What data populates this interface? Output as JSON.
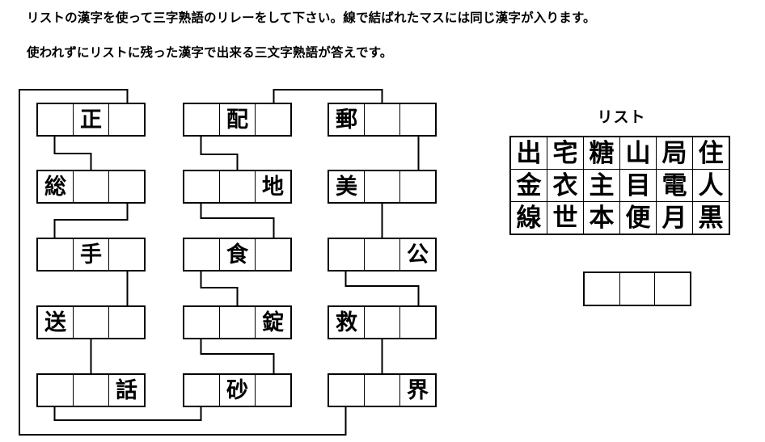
{
  "instructions": {
    "line1": "リストの漢字を使って三字熟語のリレーをして下さい。線で結ばれたマスには同じ漢字が入ります。",
    "line2": "使われずにリストに残った漢字で出来る三文字熟語が答えです。"
  },
  "puzzle": {
    "boxes": [
      {
        "id": "c1r1",
        "cells": [
          "",
          "正",
          ""
        ]
      },
      {
        "id": "c1r2",
        "cells": [
          "総",
          "",
          ""
        ]
      },
      {
        "id": "c1r3",
        "cells": [
          "",
          "手",
          ""
        ]
      },
      {
        "id": "c1r4",
        "cells": [
          "送",
          "",
          ""
        ]
      },
      {
        "id": "c1r5",
        "cells": [
          "",
          "",
          "話"
        ]
      },
      {
        "id": "c2r1",
        "cells": [
          "",
          "配",
          ""
        ]
      },
      {
        "id": "c2r2",
        "cells": [
          "",
          "",
          "地"
        ]
      },
      {
        "id": "c2r3",
        "cells": [
          "",
          "食",
          ""
        ]
      },
      {
        "id": "c2r4",
        "cells": [
          "",
          "",
          "錠"
        ]
      },
      {
        "id": "c2r5",
        "cells": [
          "",
          "砂",
          ""
        ]
      },
      {
        "id": "c3r1",
        "cells": [
          "郵",
          "",
          ""
        ]
      },
      {
        "id": "c3r2",
        "cells": [
          "美",
          "",
          ""
        ]
      },
      {
        "id": "c3r3",
        "cells": [
          "",
          "",
          "公"
        ]
      },
      {
        "id": "c3r4",
        "cells": [
          "救",
          "",
          ""
        ]
      },
      {
        "id": "c3r5",
        "cells": [
          "",
          "",
          "界"
        ]
      }
    ]
  },
  "list": {
    "title": "リスト",
    "rows": [
      [
        "出",
        "宅",
        "糖",
        "山",
        "局",
        "住"
      ],
      [
        "金",
        "衣",
        "主",
        "目",
        "電",
        "人"
      ],
      [
        "線",
        "世",
        "本",
        "便",
        "月",
        "黒"
      ]
    ]
  },
  "answer": {
    "cells": [
      "",
      "",
      ""
    ]
  },
  "colors": {
    "background": "#ffffff",
    "line": "#000000",
    "text": "#000000"
  }
}
